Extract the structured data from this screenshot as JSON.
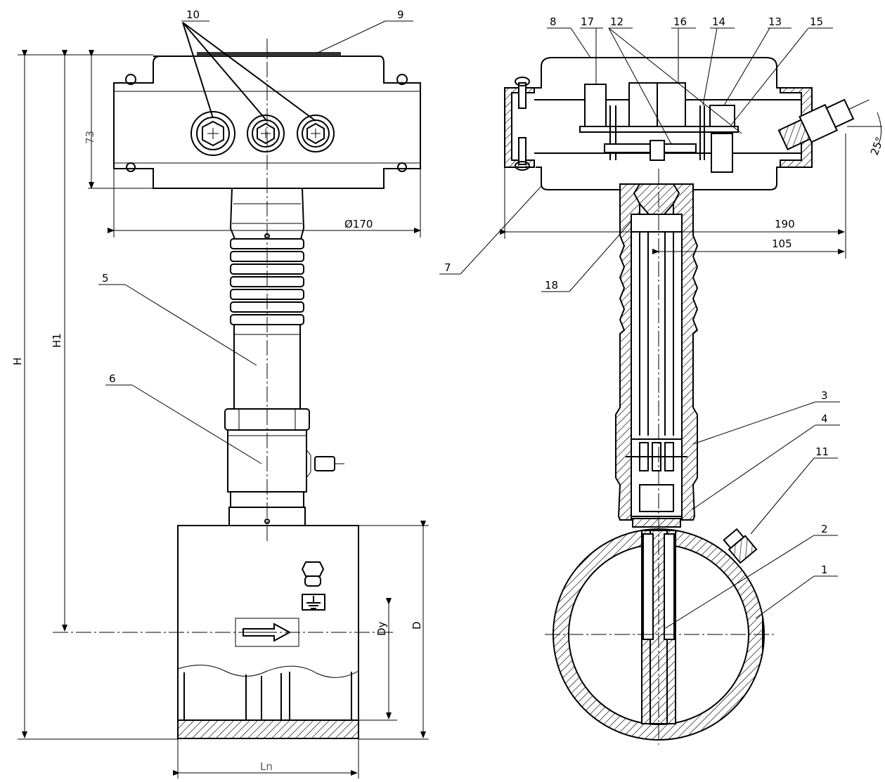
{
  "drawing": {
    "views": [
      "front-view",
      "section-view"
    ],
    "dimensions": {
      "overall_height": "H",
      "axis_height": "H1",
      "box_height": "73",
      "box_diameter": "Ø170",
      "nominal_bore": "Dy",
      "flange_diameter": "D",
      "length": "Ln",
      "width_190": "190",
      "width_105": "105",
      "angle": "25°"
    },
    "callouts": {
      "c1": "1",
      "c2": "2",
      "c3": "3",
      "c4": "4",
      "c5": "5",
      "c6": "6",
      "c7": "7",
      "c8": "8",
      "c9": "9",
      "c10": "10",
      "c11": "11",
      "c12": "12",
      "c13": "13",
      "c14": "14",
      "c15": "15",
      "c16": "16",
      "c17": "17",
      "c18": "18"
    },
    "symbols": {
      "ground": "ground-symbol",
      "flow_direction": "flow-arrow"
    }
  }
}
